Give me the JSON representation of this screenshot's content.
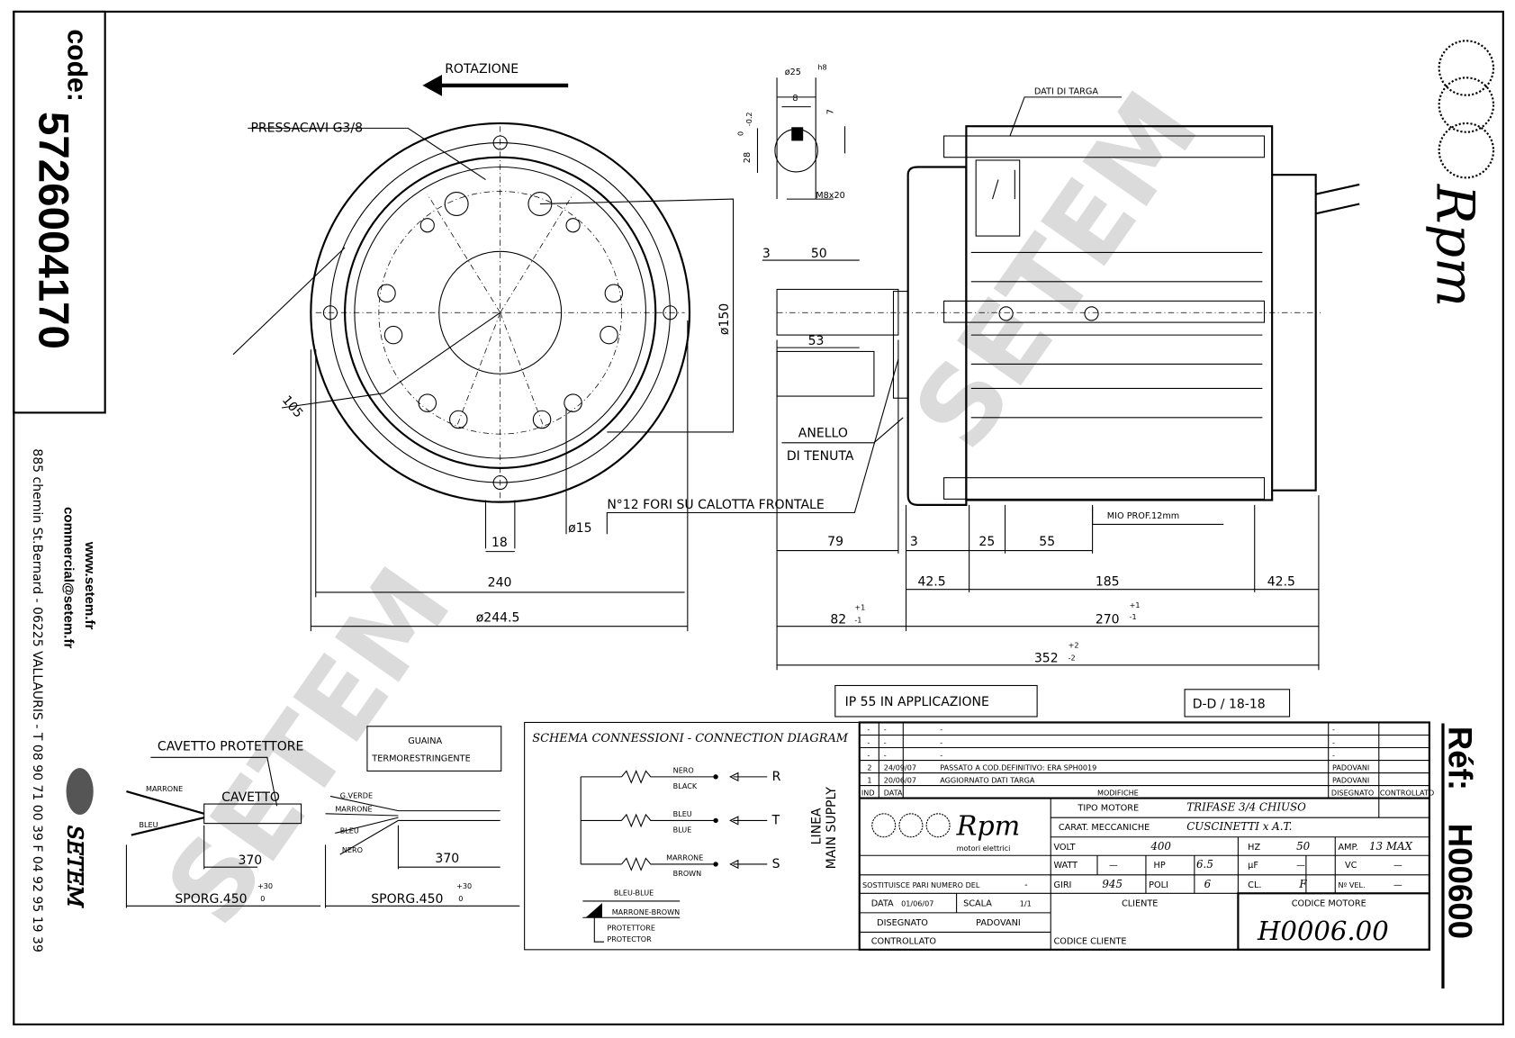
{
  "code_box": {
    "label": "code:",
    "value": "5726004170"
  },
  "contact": {
    "web": "www.setem.fr",
    "email": "commercial@setem.fr",
    "address": "885 chemin St.Bernard - 06225 VALLAURIS - T 08 90 71 00 39  F 04 92 95 19 39"
  },
  "brand": {
    "setem": "SETEM",
    "rpm": "Rpm",
    "rpm_sub": "motori elettrici",
    "watermark": "SETEM"
  },
  "front_view": {
    "rotation": "ROTAZIONE",
    "gland": "PRESSACAVI G3/8",
    "dim_105": "105",
    "dim_150": "ø150",
    "dim_18": "18",
    "dim_15": "ø15",
    "dim_240": "240",
    "dim_244": "ø244.5",
    "holes_note": "N°12 FORI SU CALOTTA FRONTALE"
  },
  "shaft": {
    "dia": "ø25",
    "fit": "h8",
    "key_w": "8",
    "key_h": "7",
    "height": "28",
    "height_tol_up": "0",
    "height_tol_dn": "-0.2",
    "thread": "M8x20",
    "dim_3": "3",
    "dim_50": "50",
    "dim_53": "53"
  },
  "side_view": {
    "nameplate": "DATI DI TARGA",
    "seal_1": "ANELLO",
    "seal_2": "DI TENUTA",
    "thread_depth": "MIO PROF.12mm",
    "dim_79": "79",
    "dim_3": "3",
    "dim_25": "25",
    "dim_55": "55",
    "dim_42a": "42.5",
    "dim_185": "185",
    "dim_42b": "42.5",
    "dim_82": "82",
    "tol_82_up": "+1",
    "tol_82_dn": "-1",
    "dim_270": "270",
    "tol_270_up": "+1",
    "tol_270_dn": "-1",
    "dim_352": "352",
    "tol_352_up": "+2",
    "tol_352_dn": "-2"
  },
  "notes": {
    "ip": "IP 55 IN APPLICAZIONE",
    "section": "D-D / 18-18"
  },
  "cables": {
    "protector_cable": "CAVETTO PROTETTORE",
    "cable": "CAVETTO",
    "sleeve_1": "GUAINA",
    "sleeve_2": "TERMORESTRINGENTE",
    "marrone": "MARRONE",
    "bleu": "BLEU",
    "giallo_verde": "G.VERDE",
    "nero": "NERO",
    "len_a": "370",
    "len_b": "370",
    "overhang_a": "SPORG.450",
    "overhang_b": "SPORG.450",
    "tol_up": "+30",
    "tol_dn": "0"
  },
  "diagram": {
    "title": "SCHEMA CONNESSIONI - CONNECTION DIAGRAM",
    "supply_1": "LINEA",
    "supply_2": "MAIN SUPPLY",
    "wires": [
      {
        "it": "NERO",
        "en": "BLACK",
        "phase": "R"
      },
      {
        "it": "BLEU",
        "en": "BLUE",
        "phase": "T"
      },
      {
        "it": "MARRONE",
        "en": "BROWN",
        "phase": "S"
      }
    ],
    "legend_1": "BLEU-BLUE",
    "legend_2": "MARRONE-BROWN",
    "legend_3": "PROTETTORE",
    "legend_4": "PROTECTOR"
  },
  "revisions": {
    "rows": [
      {
        "ind": "-",
        "data": "-",
        "mod": "-",
        "dis": "-"
      },
      {
        "ind": "-",
        "data": "-",
        "mod": "-",
        "dis": "-"
      },
      {
        "ind": "-",
        "data": "-",
        "mod": "-",
        "dis": "-"
      },
      {
        "ind": "2",
        "data": "24/09/07",
        "mod": "PASSATO A COD.DEFINITIVO: ERA SPH0019",
        "dis": "PADOVANI"
      },
      {
        "ind": "1",
        "data": "20/06/07",
        "mod": "AGGIORNATO DATI TARGA",
        "dis": "PADOVANI"
      }
    ],
    "h_ind": "IND",
    "h_data": "DATA",
    "h_mod": "MODIFICHE",
    "h_dis": "DISEGNATO",
    "h_con": "CONTROLLATO"
  },
  "title_block": {
    "tipo_label": "TIPO MOTORE",
    "tipo": "TRIFASE 3/4 CHIUSO",
    "carat_label": "CARAT. MECCANICHE",
    "carat": "CUSCINETTI x A.T.",
    "volt_label": "VOLT",
    "volt": "400",
    "hz_label": "HZ",
    "hz": "50",
    "amp_label": "AMP.",
    "amp": "13 MAX",
    "watt_label": "WATT",
    "watt": "—",
    "hp_label": "HP",
    "hp": "6.5",
    "uf_label": "µF",
    "uf": "—",
    "vc_label": "VC",
    "vc": "—",
    "sost_label": "SOSTITUISCE PARI NUMERO DEL",
    "sost": "-",
    "giri_label": "GIRI",
    "giri": "945",
    "poli_label": "POLI",
    "poli": "6",
    "cl_label": "CL.",
    "cl": "F",
    "nvel_label": "Nº VEL.",
    "nvel": "—",
    "data_label": "DATA",
    "data": "01/06/07",
    "scala_label": "SCALA",
    "scala": "1/1",
    "dis_label": "DISEGNATO",
    "dis": "PADOVANI",
    "contr_label": "CONTROLLATO",
    "cliente_label": "CLIENTE",
    "cod_cliente_label": "CODICE CLIENTE",
    "cod_motore_label": "CODICE MOTORE",
    "cod_motore": "H0006.00"
  },
  "reference": {
    "label": "Réf:",
    "value": "H00600"
  }
}
